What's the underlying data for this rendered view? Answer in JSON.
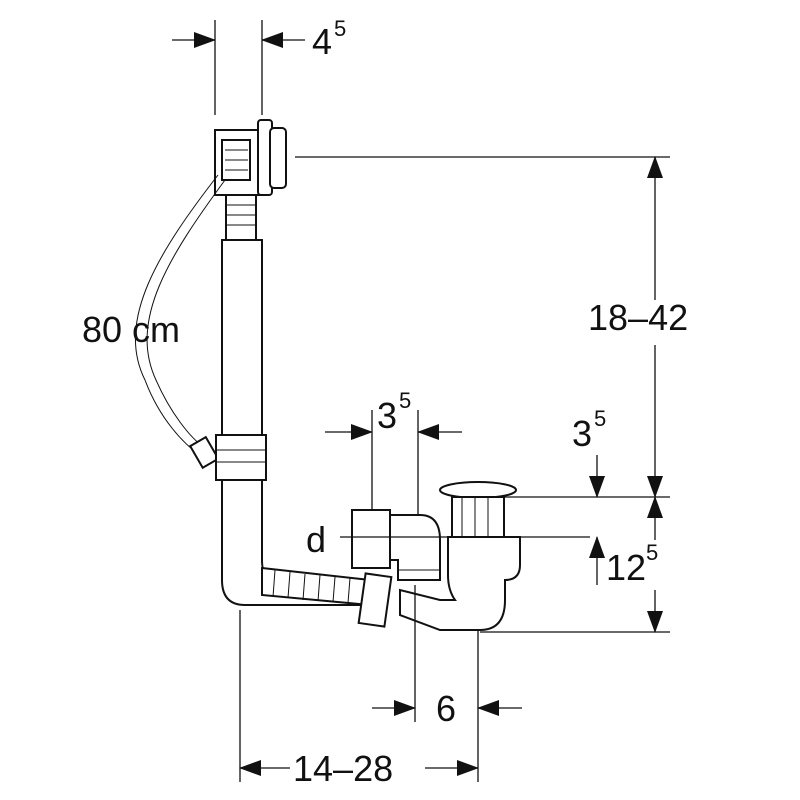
{
  "dimensions": {
    "top_offset": {
      "main": "4",
      "sup": "5"
    },
    "hose_length": "80 cm",
    "height_range": "18–42",
    "inlet_offset": {
      "main": "3",
      "sup": "5"
    },
    "drain_top": {
      "main": "3",
      "sup": "5"
    },
    "pipe_diameter": "d",
    "drain_height": {
      "main": "12",
      "sup": "5"
    },
    "outlet_offset": "6",
    "length_range": "14–28"
  }
}
